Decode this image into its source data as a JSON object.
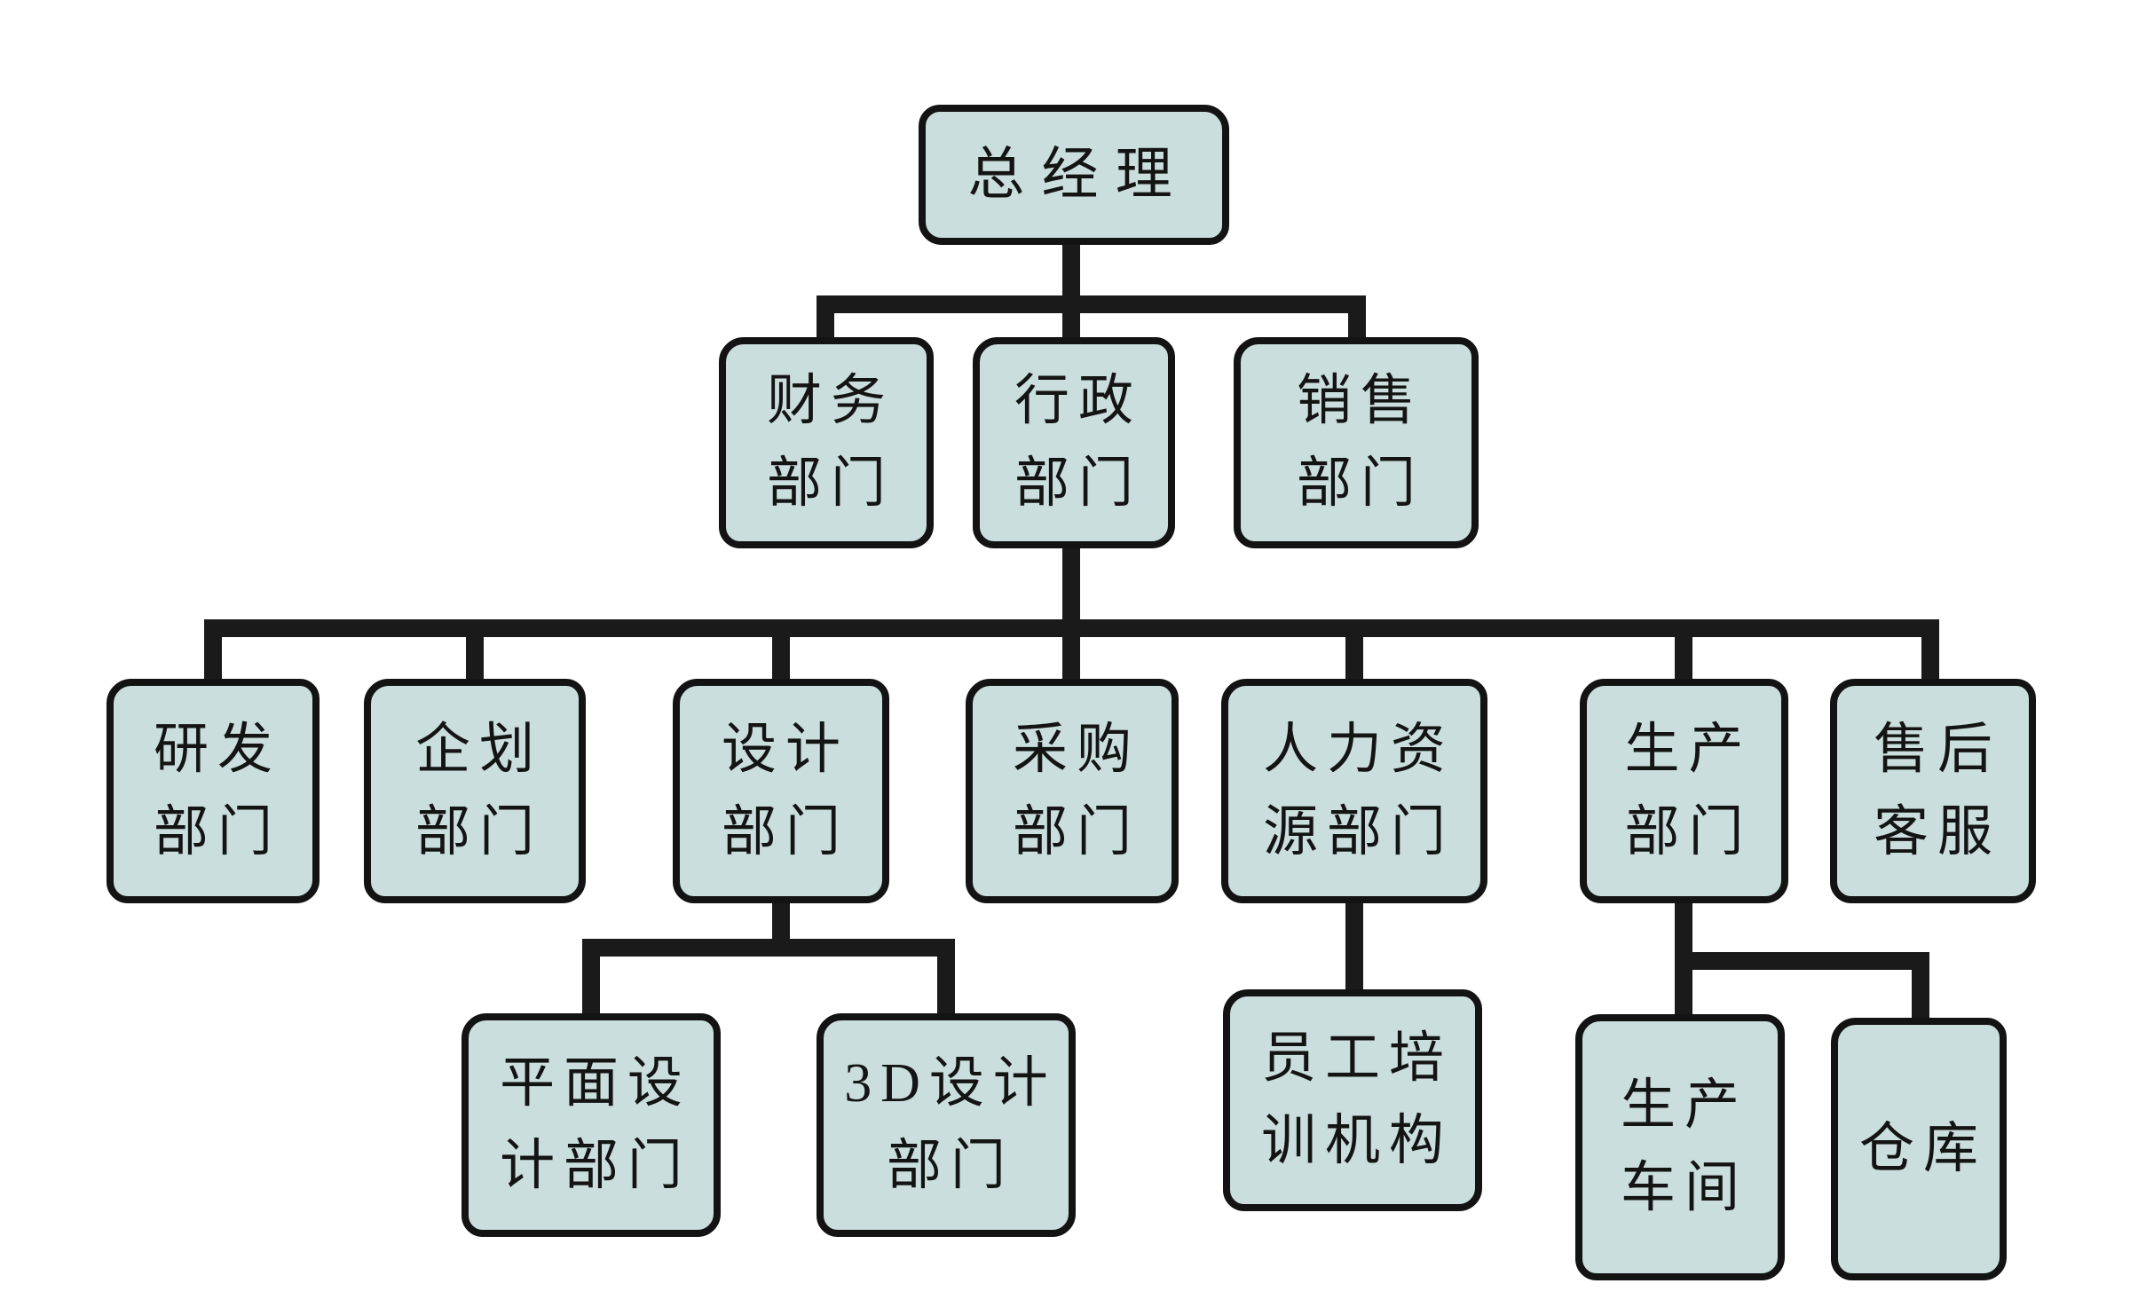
{
  "diagram": {
    "type": "org-chart",
    "background_color": "#ffffff",
    "node_fill_color": "#cadedd",
    "node_border_color": "#131313",
    "connector_color": "#1a1a1a",
    "text_color": "#141414",
    "nodes": {
      "general_manager": {
        "label": "总经理",
        "lines": [
          "总经理",
          ""
        ]
      },
      "finance": {
        "label": "财务部门",
        "lines": [
          "财务",
          "部门"
        ]
      },
      "admin": {
        "label": "行政部门",
        "lines": [
          "行政",
          "部门"
        ]
      },
      "sales": {
        "label": "销售部门",
        "lines": [
          "销售",
          "部门"
        ]
      },
      "rnd": {
        "label": "研发部门",
        "lines": [
          "研发",
          "部门"
        ]
      },
      "planning": {
        "label": "企划部门",
        "lines": [
          "企划",
          "部门"
        ]
      },
      "design": {
        "label": "设计部门",
        "lines": [
          "设计",
          "部门"
        ]
      },
      "purchasing": {
        "label": "采购部门",
        "lines": [
          "采购",
          "部门"
        ]
      },
      "hr": {
        "label": "人力资源部门",
        "lines": [
          "人力资",
          "源部门"
        ]
      },
      "production": {
        "label": "生产部门",
        "lines": [
          "生产",
          "部门"
        ]
      },
      "after_sales": {
        "label": "售后客服",
        "lines": [
          "售后",
          "客服"
        ]
      },
      "graphic_design": {
        "label": "平面设计部门",
        "lines": [
          "平面设",
          "计部门"
        ]
      },
      "threed_design": {
        "label": "3D设计部门",
        "lines": [
          "3D设计",
          "部门"
        ]
      },
      "training": {
        "label": "员工培训机构",
        "lines": [
          "员工培",
          "训机构"
        ]
      },
      "workshop": {
        "label": "生产车间",
        "lines": [
          "生产",
          "车间"
        ]
      },
      "warehouse": {
        "label": "仓库",
        "lines": [
          "仓库",
          ""
        ]
      }
    },
    "hierarchy": [
      {
        "parent": "总经理",
        "children": [
          "财务部门",
          "行政部门",
          "销售部门"
        ]
      },
      {
        "parent": "行政部门",
        "children": [
          "研发部门",
          "企划部门",
          "设计部门",
          "采购部门",
          "人力资源部门",
          "生产部门",
          "售后客服"
        ]
      },
      {
        "parent": "设计部门",
        "children": [
          "平面设计部门",
          "3D设计部门"
        ]
      },
      {
        "parent": "人力资源部门",
        "children": [
          "员工培训机构"
        ]
      },
      {
        "parent": "生产部门",
        "children": [
          "生产车间",
          "仓库"
        ]
      }
    ]
  }
}
